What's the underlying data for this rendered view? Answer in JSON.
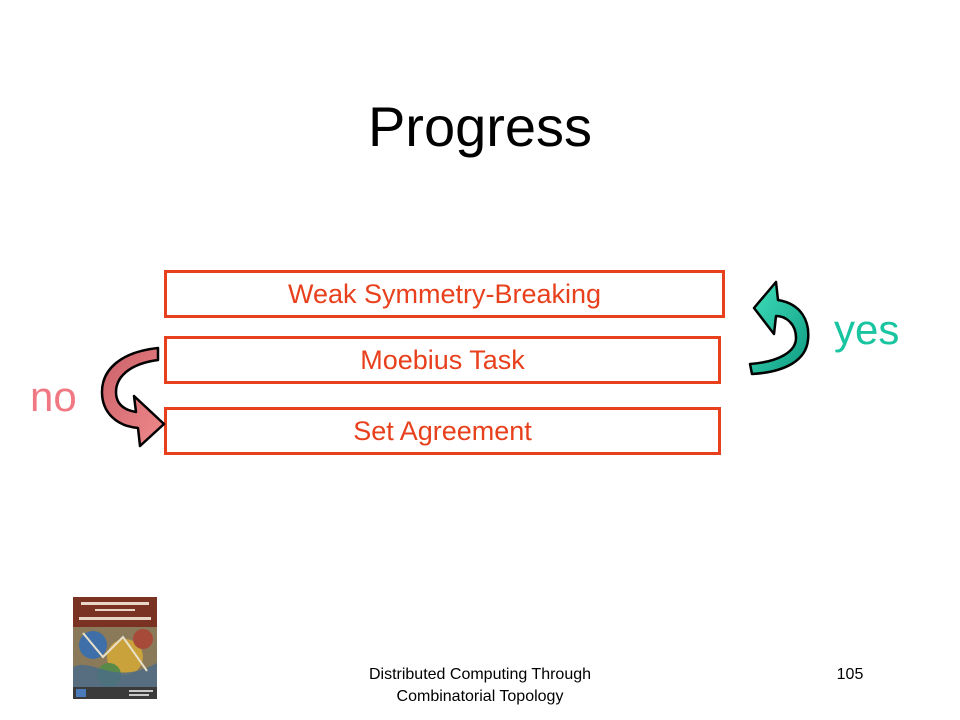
{
  "slide": {
    "title": "Progress",
    "boxes": [
      {
        "label": "Weak Symmetry-Breaking"
      },
      {
        "label": "Moebius Task"
      },
      {
        "label": "Set Agreement"
      }
    ],
    "yes_label": "yes",
    "no_label": "no"
  },
  "footer": {
    "line1": "Distributed Computing Through",
    "line2": "Combinatorial Topology",
    "page_number": "105"
  },
  "colors": {
    "box_border": "#e8401c",
    "box_text": "#e8401c",
    "yes": "#19c4a0",
    "no": "#f07882"
  },
  "icons": {
    "yes_arrow": "curved-arrow-up-icon",
    "no_arrow": "curved-arrow-down-icon",
    "book_cover": "book-cover-image"
  }
}
